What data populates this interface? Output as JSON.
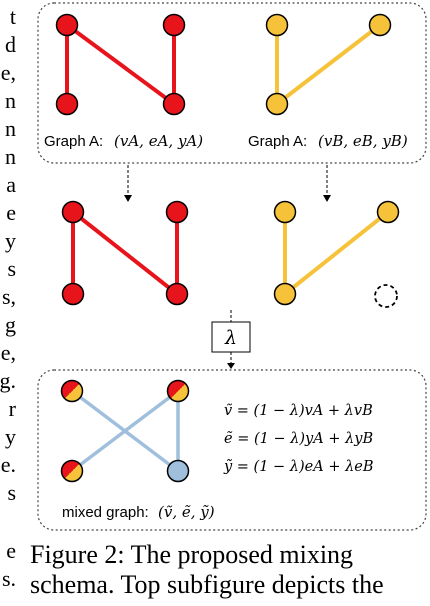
{
  "left_column": [
    "t",
    "d",
    "e,",
    "n",
    "n",
    "n",
    "a",
    "e",
    "y",
    "s",
    "s,",
    "g",
    "e,",
    "g.",
    "r",
    "y",
    "e.",
    "s",
    "e",
    "s."
  ],
  "graph_a": {
    "label": "Graph A:",
    "formula": "(vA, eA, yA)"
  },
  "graph_b": {
    "label": "Graph A:",
    "formula": "(vB, eB, yB)"
  },
  "lambda_box": "λ",
  "mixed": {
    "label": "mixed graph:",
    "formula": "(ṽ, ẽ, ỹ)",
    "eq1": "ṽ = (1 − λ)vA + λvB",
    "eq2": "ẽ = (1 − λ)yA + λyB",
    "eq3": "ỹ = (1 − λ)eA + λeB"
  },
  "caption": {
    "line1": "Figure 2:  The proposed mixing",
    "line2": "schema. Top subfigure depicts the"
  },
  "colors": {
    "red": "#e8141c",
    "yellow": "#f5c23a",
    "blue": "#9fbfdc",
    "node_stroke": "#000000"
  }
}
